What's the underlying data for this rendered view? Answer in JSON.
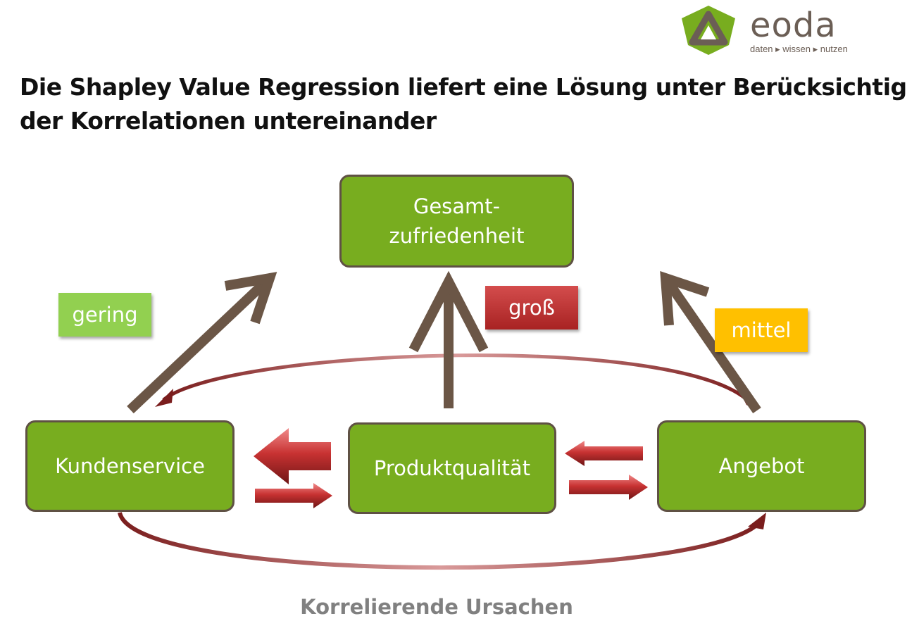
{
  "logo": {
    "word": "eoda",
    "tagline": "daten ▸ wissen ▸ nutzen"
  },
  "title": "Die Shapley Value Regression liefert eine Lösung unter Berücksichtig der Korrelationen untereinander",
  "nodes": {
    "target": "Gesamt-\nzufriedenheit",
    "left": "Kundenservice",
    "center": "Produktqualität",
    "right": "Angebot"
  },
  "effects": {
    "left": {
      "label": "gering",
      "color": "#92d050"
    },
    "center": {
      "label": "groß",
      "color": "#c0392b"
    },
    "right": {
      "label": "mittel",
      "color": "#ffc000"
    }
  },
  "caption": "Korrelierende Ursachen",
  "colors": {
    "box": "#78ad1f",
    "border": "#5f5144",
    "arrow": "#6b5646",
    "correlation": "#9b2a2a"
  }
}
